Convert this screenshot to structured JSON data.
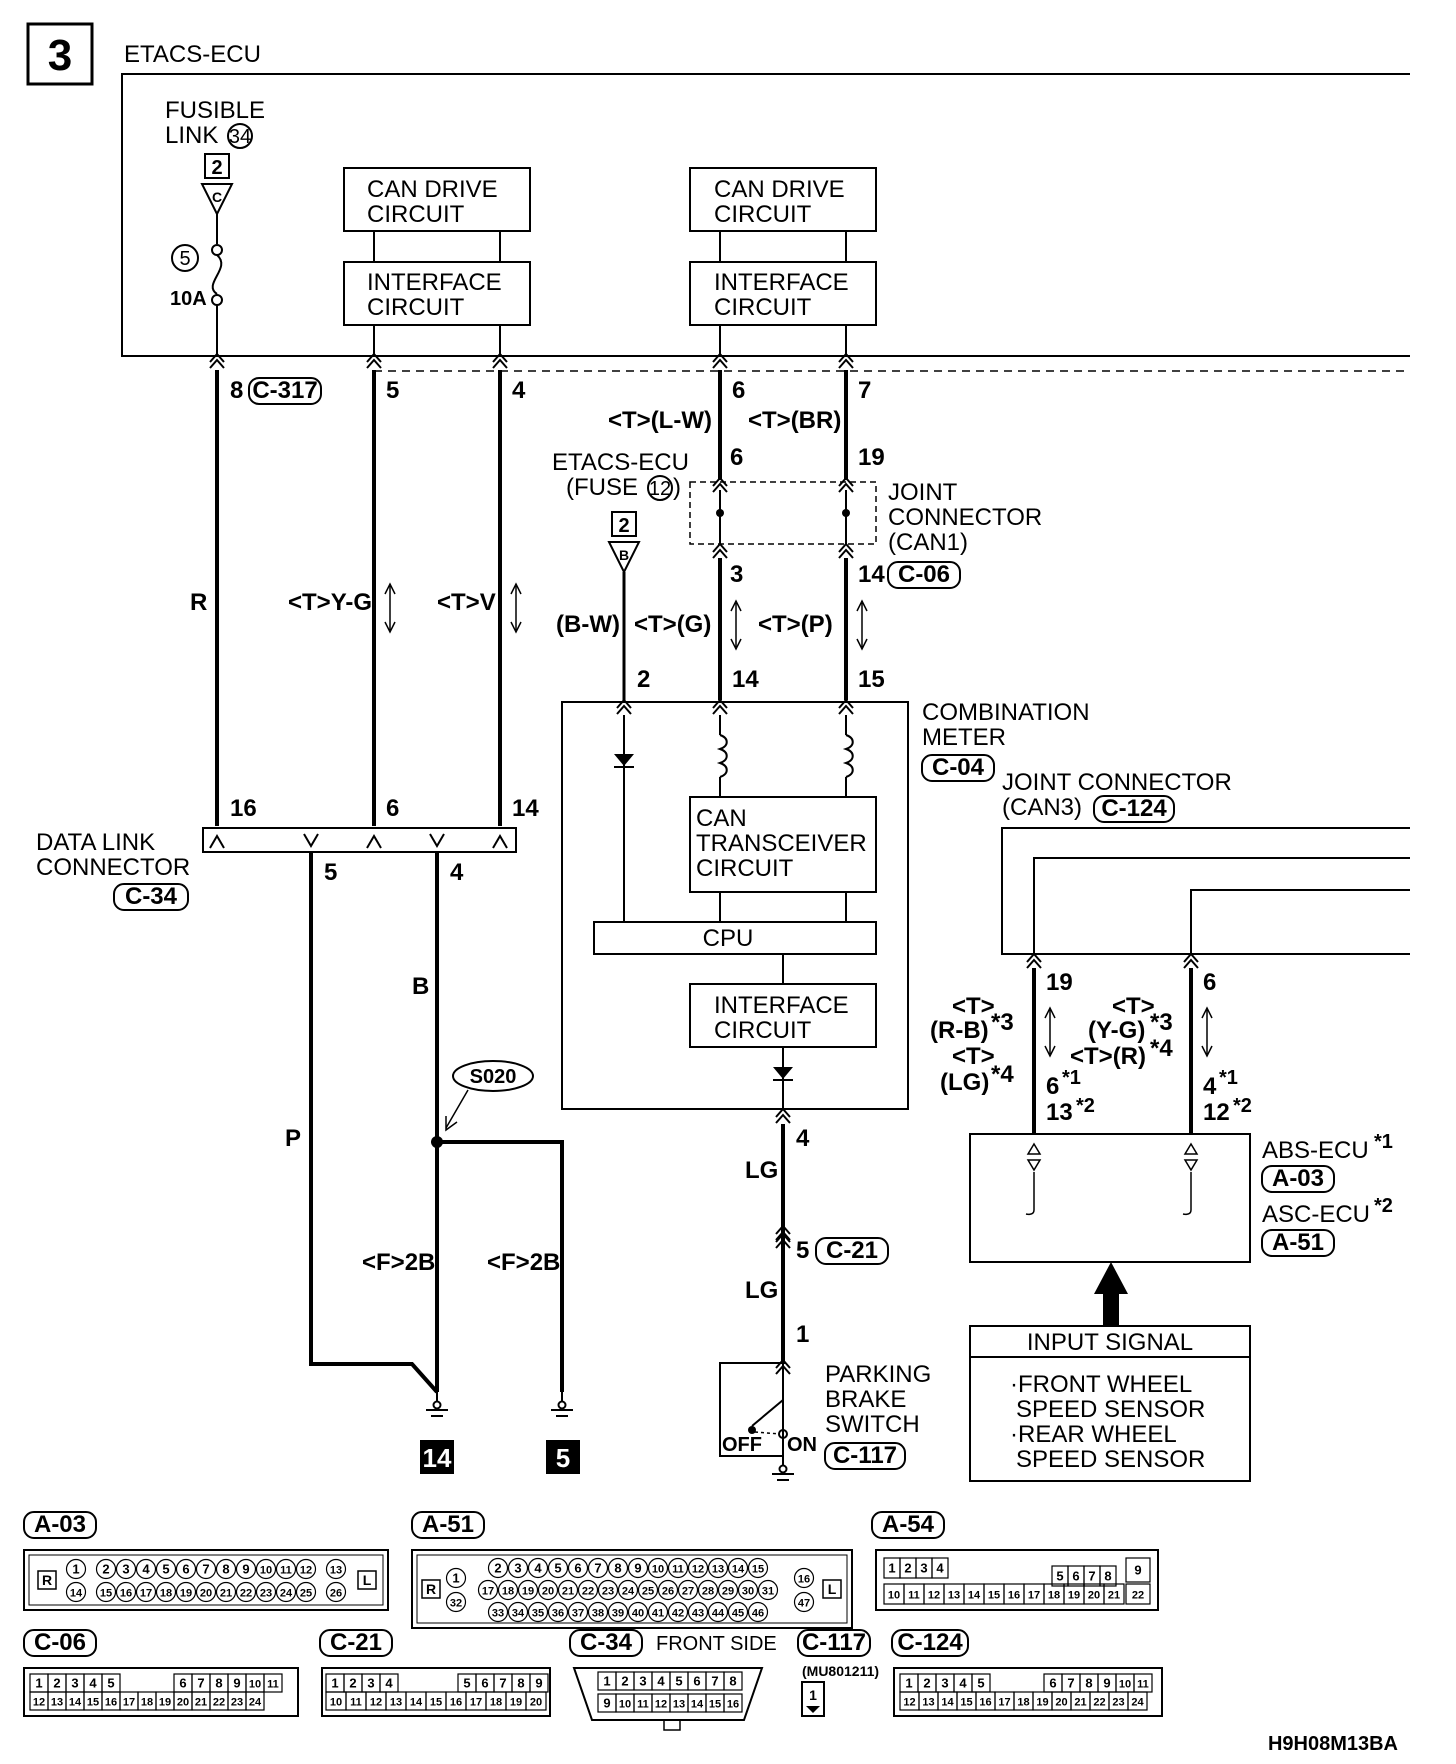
{
  "page_number": "3",
  "ecu_title": "ETACS-ECU",
  "fusible_link": {
    "line1": "FUSIBLE",
    "line2": "LINK",
    "num": "34",
    "box": "2",
    "tri": "C",
    "fuse": "5",
    "amp": "10A"
  },
  "blocks": {
    "can_drive_1": [
      "CAN DRIVE",
      "CIRCUIT"
    ],
    "interface_1": [
      "INTERFACE",
      "CIRCUIT"
    ],
    "can_drive_2": [
      "CAN DRIVE",
      "CIRCUIT"
    ],
    "interface_2": [
      "INTERFACE",
      "CIRCUIT"
    ]
  },
  "pins_top": {
    "p8": "8",
    "c317": "C-317",
    "p5": "5",
    "p4": "4",
    "p6": "6",
    "p7": "7"
  },
  "wires": {
    "r": "R",
    "tyg": "<T>Y-G",
    "tv": "<T>V",
    "tlw": "<T>(L-W)",
    "tbr": "<T>(BR)",
    "bw": "(B-W)",
    "tg": "<T>(G)",
    "tp": "<T>(P)",
    "p": "P",
    "b": "B",
    "f2b1": "<F>2B",
    "f2b2": "<F>2B",
    "lg1": "LG",
    "lg2": "LG"
  },
  "etacs_fuse": {
    "line1": "ETACS-ECU",
    "line2": "(FUSE",
    "num": "12",
    "close": ")",
    "box": "2",
    "tri": "B"
  },
  "joint_can1": {
    "line1": "JOINT",
    "line2": "CONNECTOR",
    "line3": "(CAN1)",
    "p6": "6",
    "p19": "19",
    "p3": "3",
    "p14": "14",
    "code": "C-06"
  },
  "combo": {
    "line1": "COMBINATION",
    "line2": "METER",
    "code": "C-04",
    "p2": "2",
    "p14": "14",
    "p15": "15",
    "can": [
      "CAN",
      "TRANSCEIVER",
      "CIRCUIT"
    ],
    "cpu": "CPU",
    "iface": [
      "INTERFACE",
      "CIRCUIT"
    ],
    "p4": "4"
  },
  "dlc": {
    "line1": "DATA LINK",
    "line2": "CONNECTOR",
    "code": "C-34",
    "p16": "16",
    "p6": "6",
    "p14": "14",
    "p5": "5",
    "p4": "4"
  },
  "splice": "S020",
  "grounds": {
    "g14": "14",
    "g5": "5"
  },
  "c21": {
    "pin": "5",
    "code": "C-21"
  },
  "parking": {
    "line1": "PARKING",
    "line2": "BRAKE",
    "line3": "SWITCH",
    "code": "C-117",
    "off": "OFF",
    "on": "ON",
    "p1": "1"
  },
  "joint_can3": {
    "line1": "JOINT CONNECTOR",
    "line2": "(CAN3)",
    "code": "C-124",
    "p19": "19",
    "p6": "6"
  },
  "abs_wires": {
    "t1": "<T>",
    "rb": "(R-B)",
    "s3a": "*3",
    "t2": "<T>",
    "lgw": "(LG)",
    "s4a": "*4",
    "t3": "<T>",
    "yg": "(Y-G)",
    "s3b": "*3",
    "t4": "<T>(R)",
    "s4b": "*4",
    "p6": "6",
    "s1a": "*1",
    "p13": "13",
    "s2a": "*2",
    "p4": "4",
    "s1b": "*1",
    "p12": "12",
    "s2b": "*2"
  },
  "abs": {
    "abs": "ABS-ECU",
    "s1": "*1",
    "absc": "A-03",
    "asc": "ASC-ECU",
    "s2": "*2",
    "ascc": "A-51"
  },
  "input": {
    "title": "INPUT SIGNAL",
    "l1": "·FRONT WHEEL",
    "l2": "SPEED SENSOR",
    "l3": "·REAR WHEEL",
    "l4": "SPEED SENSOR"
  },
  "connectors": {
    "a03": "A-03",
    "a51": "A-51",
    "a54": "A-54",
    "c06": "C-06",
    "c21": "C-21",
    "c34": "C-34",
    "front_side": "FRONT SIDE",
    "c117": "C-117",
    "mu": "(MU801211)",
    "c124": "C-124",
    "a03_row1": [
      "1",
      "2",
      "3",
      "4",
      "5",
      "6",
      "7",
      "8",
      "9",
      "10",
      "11",
      "12",
      "13"
    ],
    "a03_row2": [
      "14",
      "15",
      "16",
      "17",
      "18",
      "19",
      "20",
      "21",
      "22",
      "23",
      "24",
      "25",
      "26"
    ],
    "a51_row1": [
      "1",
      "2",
      "3",
      "4",
      "5",
      "6",
      "7",
      "8",
      "9",
      "10",
      "11",
      "12",
      "13",
      "14",
      "15",
      "16"
    ],
    "a51_row2": [
      "17",
      "18",
      "19",
      "20",
      "21",
      "22",
      "23",
      "24",
      "25",
      "26",
      "27",
      "28",
      "29",
      "30",
      "31",
      "32",
      "47"
    ],
    "a51_row3": [
      "33",
      "34",
      "35",
      "36",
      "37",
      "38",
      "39",
      "40",
      "41",
      "42",
      "43",
      "44",
      "45",
      "46"
    ],
    "a54_row1": [
      "1",
      "2",
      "3",
      "4",
      "5",
      "6",
      "7",
      "8",
      "9"
    ],
    "a54_row2": [
      "10",
      "11",
      "12",
      "13",
      "14",
      "15",
      "16",
      "17",
      "18",
      "19",
      "20",
      "21",
      "22"
    ],
    "c06_row1": [
      "1",
      "2",
      "3",
      "4",
      "5",
      "6",
      "7",
      "8",
      "9",
      "10",
      "11"
    ],
    "c06_row2": [
      "12",
      "13",
      "14",
      "15",
      "16",
      "17",
      "18",
      "19",
      "20",
      "21",
      "22",
      "23",
      "24"
    ],
    "c21_row1": [
      "1",
      "2",
      "3",
      "4",
      "5",
      "6",
      "7",
      "8",
      "9"
    ],
    "c21_row2": [
      "10",
      "11",
      "12",
      "13",
      "14",
      "15",
      "16",
      "17",
      "18",
      "19",
      "20"
    ],
    "c34_row1": [
      "1",
      "2",
      "3",
      "4",
      "5",
      "6",
      "7",
      "8"
    ],
    "c34_row2": [
      "9",
      "10",
      "11",
      "12",
      "13",
      "14",
      "15",
      "16"
    ],
    "c117_pin": "1",
    "c124_row1": [
      "1",
      "2",
      "3",
      "4",
      "5",
      "6",
      "7",
      "8",
      "9",
      "10",
      "11"
    ],
    "c124_row2": [
      "12",
      "13",
      "14",
      "15",
      "16",
      "17",
      "18",
      "19",
      "20",
      "21",
      "22",
      "23",
      "24"
    ],
    "r": "R",
    "l": "L"
  },
  "figure_code": "H9H08M13BA"
}
